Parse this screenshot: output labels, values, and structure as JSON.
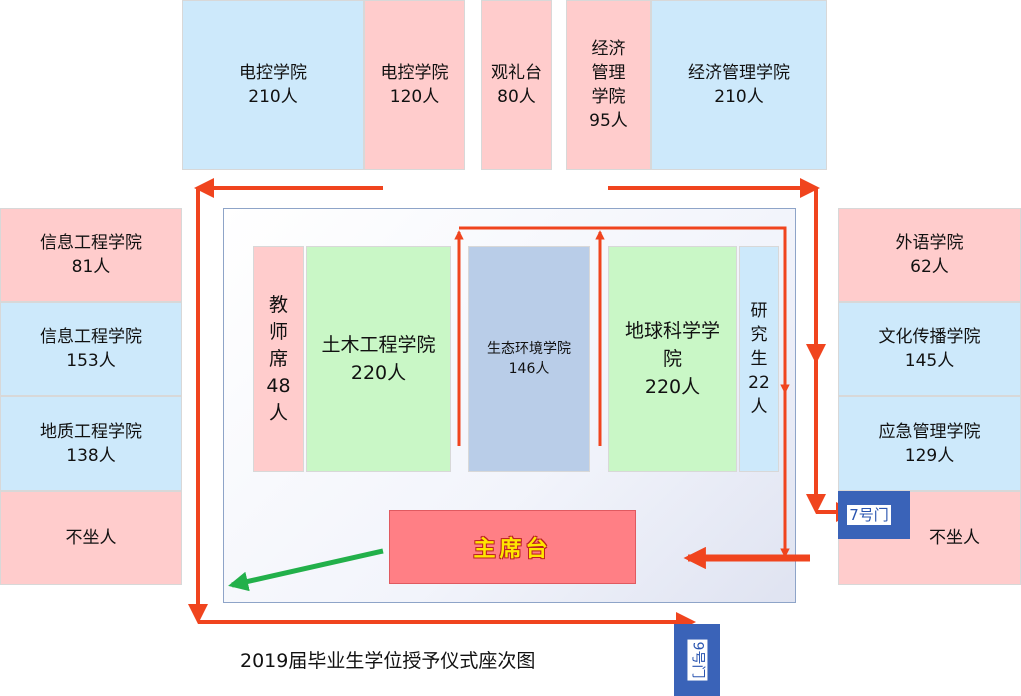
{
  "caption": "2019届毕业生学位授予仪式座次图",
  "stage_label": "主席台",
  "doors": {
    "door7": "7号门",
    "door9": "9号门"
  },
  "top_blocks": [
    {
      "name": "电控学院",
      "count": "210人"
    },
    {
      "name": "电控学院",
      "count": "120人"
    },
    {
      "name": "观礼台",
      "count": "80人"
    },
    {
      "lines": [
        "经济",
        "管理",
        "学院",
        "95人"
      ]
    },
    {
      "name": "经济管理学院",
      "count": "210人"
    }
  ],
  "left_blocks": [
    {
      "name": "信息工程学院",
      "count": "81人"
    },
    {
      "name": "信息工程学院",
      "count": "153人"
    },
    {
      "name": "地质工程学院",
      "count": "138人"
    },
    {
      "name": "不坐人",
      "count": ""
    }
  ],
  "right_blocks": [
    {
      "name": "外语学院",
      "count": "62人"
    },
    {
      "name": "文化传播学院",
      "count": "145人"
    },
    {
      "name": "应急管理学院",
      "count": "129人"
    },
    {
      "name": "不坐人",
      "count": ""
    }
  ],
  "inner_blocks": {
    "teachers": [
      "教",
      "师",
      "席",
      "48",
      "人"
    ],
    "civil": {
      "name": "土木工程学院",
      "count": "220人"
    },
    "ecology": {
      "name": "生态环境学院",
      "count": "146人"
    },
    "earth": {
      "lines": [
        "地球科学学",
        "院",
        "220人"
      ]
    },
    "graduate": [
      "研",
      "究",
      "生",
      "22",
      "人"
    ]
  },
  "colors": {
    "pink": "#ffcccc",
    "blue": "#cde9fb",
    "green": "#c9f7c6",
    "steel": "#b9cde8",
    "route": "#f0441e",
    "exit": "#22b04a",
    "stage": "#ff7f85"
  }
}
